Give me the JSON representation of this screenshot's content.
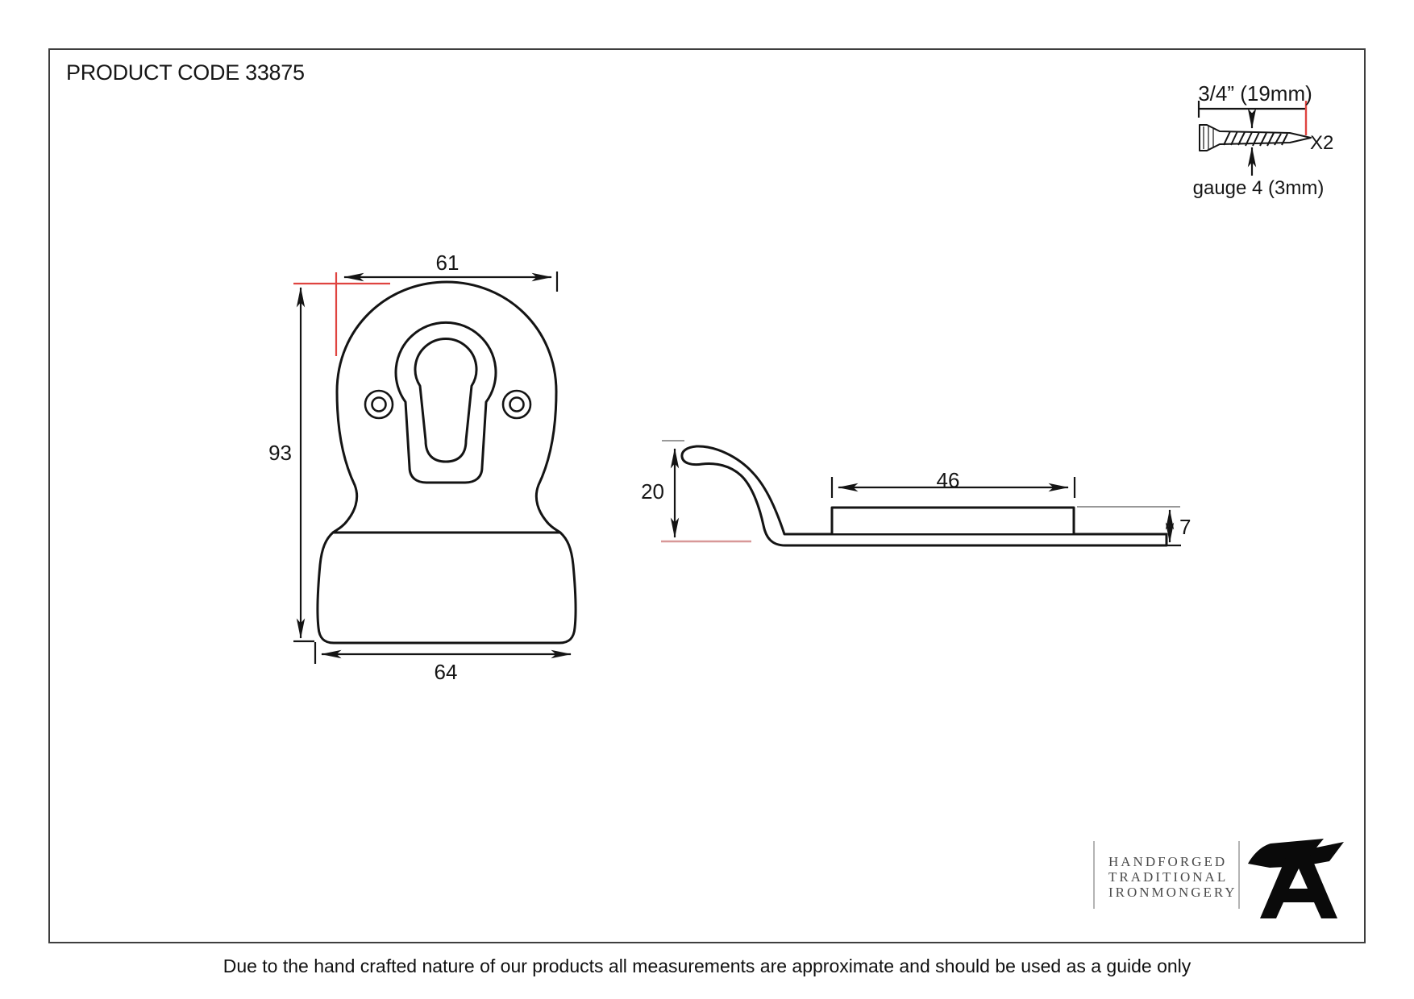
{
  "page": {
    "product_code_label": "PRODUCT CODE 33875",
    "disclaimer": "Due to the hand crafted nature of our products all measurements are approximate and should be used as a guide only"
  },
  "screw_detail": {
    "length_label": "3/4” (19mm)",
    "quantity_label": "X2",
    "gauge_label": "gauge 4 (3mm)"
  },
  "front_view": {
    "width_top": "61",
    "height": "93",
    "width_base": "64"
  },
  "side_view": {
    "hook_height": "20",
    "block_length": "46",
    "thickness": "7"
  },
  "logo": {
    "line1": "HANDFORGED",
    "line2": "TRADITIONAL",
    "line3": "IRONMONGERY"
  },
  "colors": {
    "accent_red": "#df4440",
    "soft_red": "#d89898",
    "line_black": "#141414"
  }
}
